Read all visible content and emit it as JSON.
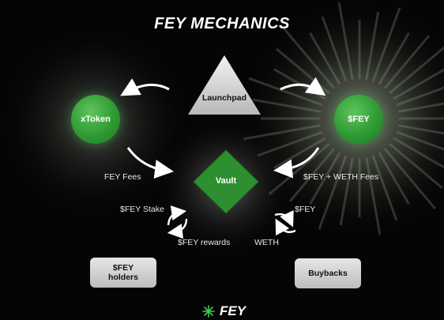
{
  "title": "FEY MECHANICS",
  "nodes": {
    "launchpad": "Launchpad",
    "xtoken": "xToken",
    "fey": "$FEY",
    "vault": "Vault",
    "holders_line1": "$FEY",
    "holders_line2": "holders",
    "buybacks": "Buybacks"
  },
  "edges": {
    "fey_fees": "FEY Fees",
    "fey_weth_fees": "$FEY + WETH Fees",
    "fey_stake": "$FEY Stake",
    "fey_rewards": "$FEY rewards",
    "fey_to_buybacks": "$FEY",
    "weth": "WETH"
  },
  "footer": {
    "brand": "FEY",
    "logo_icon": "fey-logo-icon"
  },
  "colors": {
    "accent_green": "#2f9a33",
    "background": "#050505",
    "box_grey": "#cfcfcf"
  }
}
